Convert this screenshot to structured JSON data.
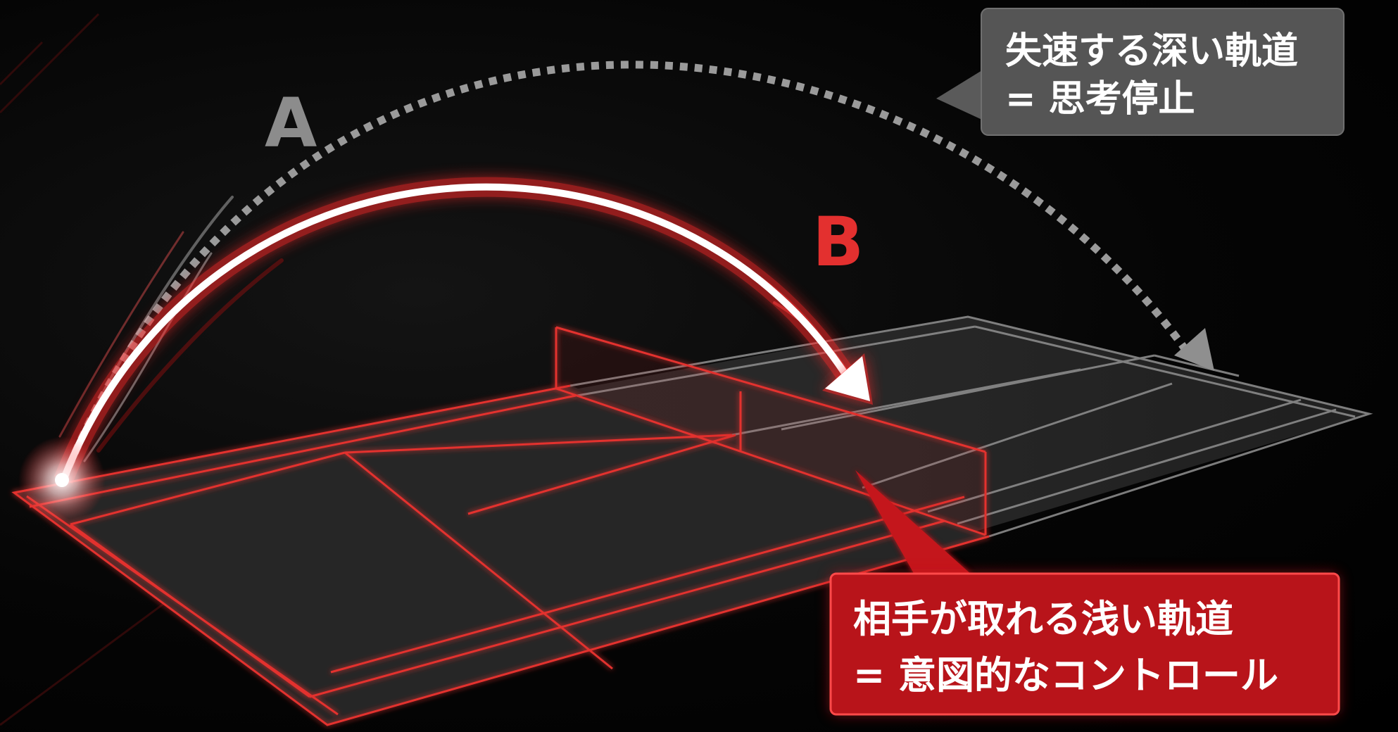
{
  "labels": {
    "trajectory_a": "A",
    "trajectory_b": "B"
  },
  "callouts": {
    "deep": {
      "line1": "失速する深い軌道",
      "line2": "= 思考停止"
    },
    "shallow": {
      "line1": "相手が取れる浅い軌道",
      "line2": "= 意図的なコントロール"
    }
  },
  "colors": {
    "background": "#000000",
    "court_fill": "#2a2a2a",
    "near_court_lines": "#e3302f",
    "far_court_lines": "#8a8a8a",
    "trajectory_a": "#9a9a9a",
    "trajectory_b": "#ffffff",
    "trajectory_b_glow": "#ff2a2a",
    "callout_gray": "#555555",
    "callout_red": "#c4161c"
  }
}
